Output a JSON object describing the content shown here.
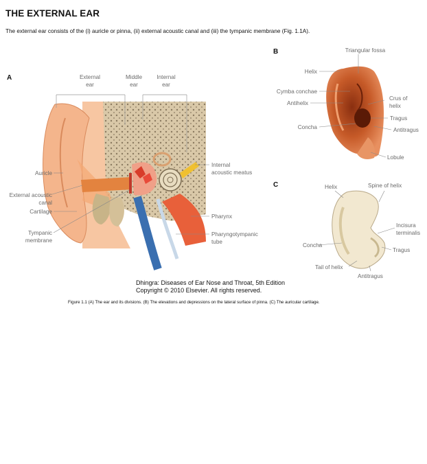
{
  "heading": "THE EXTERNAL EAR",
  "intro": "The external ear consists of the (i) auricle or pinna, (ii) external acoustic canal and (iii) the tympanic membrane (Fig. 1.1A).",
  "figure": {
    "panel_a": {
      "letter": "A",
      "divisions": {
        "external": [
          "External",
          "ear"
        ],
        "middle": [
          "Middle",
          "ear"
        ],
        "internal": [
          "Internal",
          "ear"
        ]
      },
      "labels": {
        "auricle": "Auricle",
        "external_canal": [
          "External acoustic",
          "canal"
        ],
        "cartilage": "Cartilage",
        "tympanic_membrane": [
          "Tympanic",
          "membrane"
        ],
        "internal_meatus": [
          "Internal",
          "acoustic meatus"
        ],
        "pharynx": "Pharynx",
        "pharyngotympanic_tube": [
          "Pharyngotympanic",
          "tube"
        ]
      }
    },
    "panel_b": {
      "letter": "B",
      "labels": {
        "triangular_fossa": "Triangular fossa",
        "helix": "Helix",
        "cymba_conchae": "Cymba conchae",
        "antihelix": "Antihelix",
        "crus_of_helix": [
          "Crus of",
          "helix"
        ],
        "tragus": "Tragus",
        "concha": "Concha",
        "antitragus": "Antitragus",
        "lobule": "Lobule"
      }
    },
    "panel_c": {
      "letter": "C",
      "labels": {
        "helix": "Helix",
        "spine_of_helix": "Spine of helix",
        "incisura_terminalis": [
          "Incisura",
          "terminalis"
        ],
        "concha": "Concha",
        "tragus": "Tragus",
        "tail_of_helix": "Tail of helix",
        "antitragus": "Antitragus"
      }
    },
    "credit": [
      "Dhingra: Diseases of Ear Nose and Throat, 5th Edition",
      "Copyright © 2010 Elsevier. All rights reserved."
    ],
    "caption": "Figure 1.1 (A) The ear and its divisions. (B) The elevations and depressions on the lateral surface of pinna. (C) The auricular cartilage."
  },
  "colors": {
    "skin": "#f4b58c",
    "bone": "#d9c8a8",
    "canal": "#e3833f",
    "tube": "#3a6fb0",
    "pinna_dark": "#a8461c"
  }
}
